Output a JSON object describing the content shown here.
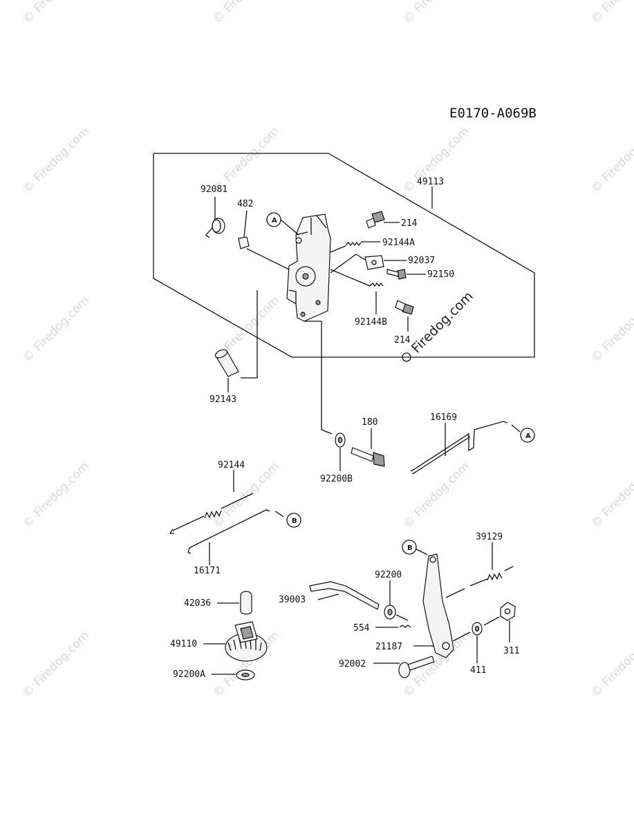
{
  "diagram_code": "E0170-A069B",
  "watermark": {
    "text": "© Firedog.com",
    "center_text": "Firedog.com"
  },
  "ref_marks": {
    "a": "A",
    "b": "B"
  },
  "labels": {
    "p92081": "92081",
    "p482": "482",
    "p49113": "49113",
    "p214_top": "214",
    "p92144A": "92144A",
    "p92037": "92037",
    "p92150": "92150",
    "p92144B": "92144B",
    "p214_bottom": "214",
    "p92143": "92143",
    "p180": "180",
    "p92200B": "92200B",
    "p16169": "16169",
    "p92144": "92144",
    "p16171": "16171",
    "p39129": "39129",
    "p92200": "92200",
    "p39003": "39003",
    "p554": "554",
    "p21187": "21187",
    "p92002": "92002",
    "p411": "411",
    "p311": "311",
    "p42036": "42036",
    "p49110": "49110",
    "p92200A": "92200A"
  }
}
